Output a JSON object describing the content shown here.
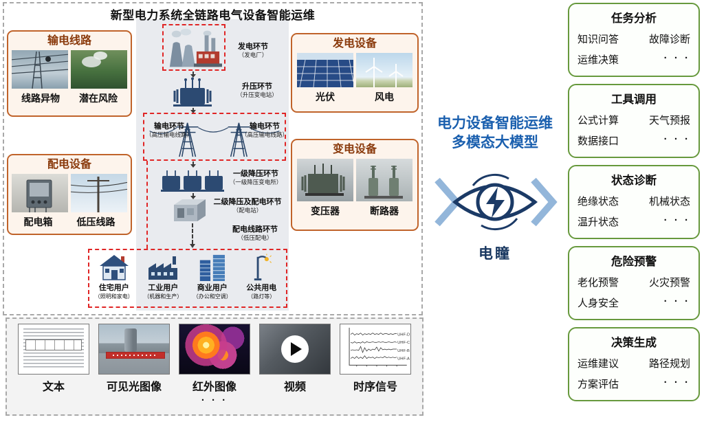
{
  "main_panel": {
    "title": "新型电力系统全链路电气设备智能运维",
    "boxes": {
      "transmission": {
        "title": "输电线路",
        "photo1": "线路异物",
        "photo2": "潜在风险"
      },
      "generation": {
        "title": "发电设备",
        "photo1": "光伏",
        "photo2": "风电"
      },
      "distribution": {
        "title": "配电设备",
        "photo1": "配电箱",
        "photo2": "低压线路"
      },
      "substation": {
        "title": "变电设备",
        "photo1": "变压器",
        "photo2": "断路器"
      }
    },
    "flow": {
      "gen": {
        "label": "发电环节",
        "sub": "（发电厂）"
      },
      "stepup": {
        "label": "升压环节",
        "sub": "（升压变电站）"
      },
      "trans_left": {
        "label": "输电环节",
        "sub": "（高压输电线路）"
      },
      "trans_right": {
        "label": "输电环节",
        "sub": "（高压输电线路）"
      },
      "stepdown1": {
        "label": "一级降压环节",
        "sub": "（一级降压变电所）"
      },
      "stepdown2": {
        "label": "二级降压及配电环节",
        "sub": "（配电站）"
      },
      "dist_line": {
        "label": "配电线路环节",
        "sub": "（低压配电）"
      },
      "users": [
        {
          "label": "住宅用户",
          "sub": "（照明和家电）"
        },
        {
          "label": "工业用户",
          "sub": "（机器和生产）"
        },
        {
          "label": "商业用户",
          "sub": "（办公和空调）"
        },
        {
          "label": "公共用电",
          "sub": "（路灯等）"
        }
      ]
    }
  },
  "modality_panel": {
    "items": [
      {
        "label": "文本"
      },
      {
        "label": "可见光图像"
      },
      {
        "label": "红外图像"
      },
      {
        "label": "视频"
      },
      {
        "label": "时序信号"
      }
    ],
    "ellipsis": "· · ·",
    "signal_labels": [
      "UHF-D",
      "UHF-C",
      "UHF-B",
      "UHF-A"
    ]
  },
  "model": {
    "title_line1": "电力设备智能运维",
    "title_line2": "多模态大模型",
    "logo_label": "电瞳"
  },
  "outputs": [
    {
      "title": "任务分析",
      "items": [
        "知识问答",
        "故障诊断",
        "运维决策",
        "· · ·"
      ]
    },
    {
      "title": "工具调用",
      "items": [
        "公式计算",
        "天气预报",
        "数据接口",
        "· · ·"
      ]
    },
    {
      "title": "状态诊断",
      "items": [
        "绝缘状态",
        "机械状态",
        "温升状态",
        "· · ·"
      ]
    },
    {
      "title": "危险预警",
      "items": [
        "老化预警",
        "火灾预警",
        "人身安全",
        "· · ·"
      ]
    },
    {
      "title": "决策生成",
      "items": [
        "运维建议",
        "路径规划",
        "方案评估",
        "· · ·"
      ]
    }
  ],
  "colors": {
    "accent_orange": "#c0632a",
    "accent_green": "#67993d",
    "accent_blue": "#1a5fae",
    "logo_navy": "#1b3a66",
    "dashed_red": "#e02525"
  }
}
